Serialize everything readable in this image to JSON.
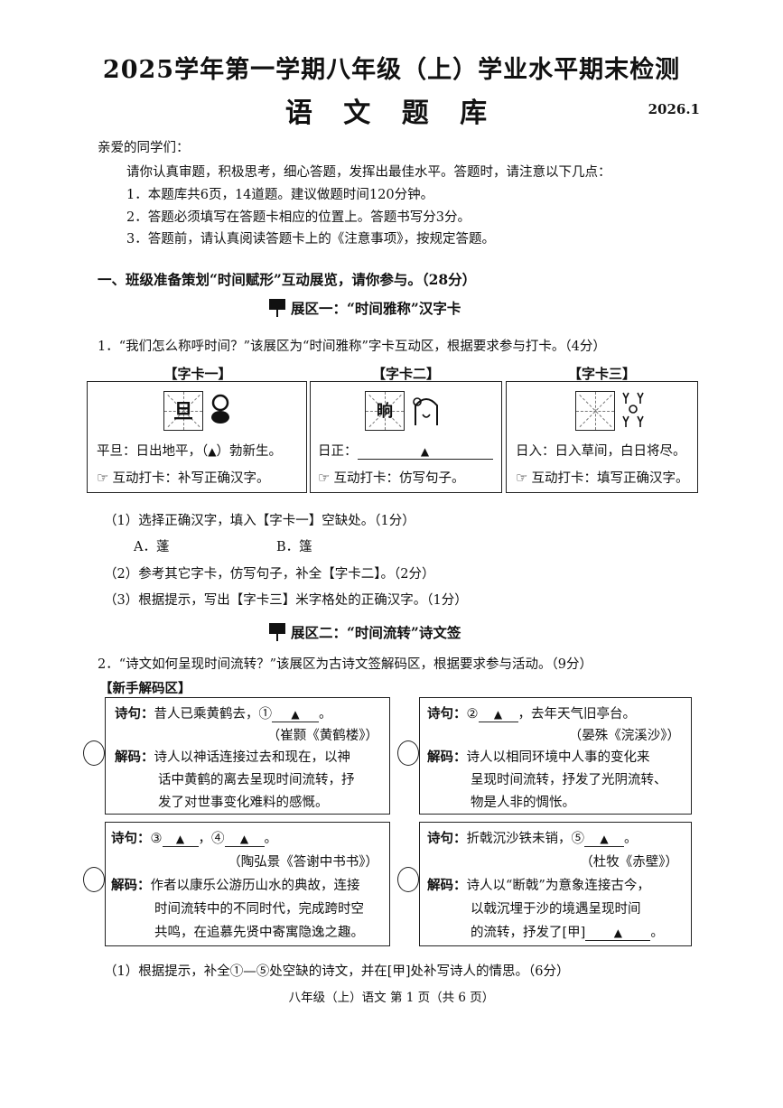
{
  "header": {
    "title": "2025学年第一学期八年级（上）学业水平期末检测",
    "subtitle": "语 文 题 库",
    "date": "2026.1"
  },
  "intro": {
    "greeting": "亲爱的同学们：",
    "lead": "请你认真审题，积极思考，细心答题，发挥出最佳水平。答题时，请注意以下几点：",
    "notes": [
      "1．本题库共6页，14道题。建议做题时间120分钟。",
      "2．答题必须填写在答题卡相应的位置上。答题书写分3分。",
      "3．答题前，请认真阅读答题卡上的《注意事项》，按规定答题。"
    ]
  },
  "section1": {
    "heading": "一、班级准备策划“时间赋形”互动展览，请你参与。（28分）",
    "zone1": "展区一：“时间雅称”汉字卡",
    "q1": "1．“我们怎么称呼时间？”该展区为“时间雅称”字卡互动区，根据要求参与打卡。（4分）",
    "cards": [
      {
        "head": "【字卡一】",
        "glyph": "旦",
        "text_a": "平旦：日出地平，（",
        "mark": "▲",
        "text_b": "）勃新生。",
        "task": "互动打卡：补写正确汉字。"
      },
      {
        "head": "【字卡二】",
        "glyph": "晌",
        "text_a": "日正：",
        "mark": "▲",
        "text_b": "",
        "task": "互动打卡：仿写句子。"
      },
      {
        "head": "【字卡三】",
        "glyph": "",
        "text_a": "日入：日入草间，白日将尽。",
        "mark": "",
        "text_b": "",
        "task": "互动打卡：填写正确汉字。"
      }
    ],
    "q1_sub1": "（1）选择正确汉字，填入【字卡一】空缺处。（1分）",
    "opt_a": "A．蓬",
    "opt_b": "B．篷",
    "q1_sub2": "（2）参考其它字卡，仿写句子，补全【字卡二】。（2分）",
    "q1_sub3": "（3）根据提示，写出【字卡三】米字格处的正确汉字。（1分）",
    "zone2": "展区二：“时间流转”诗文签",
    "q2": "2．“诗文如何呈现时间流转？”该展区为古诗文签解码区，根据要求参与活动。（9分）",
    "area_label": "【新手解码区】",
    "poems": [
      {
        "verse_label": "诗句：",
        "verse": "昔人已乘黄鹤去，①",
        "mark": "▲",
        "tail": "。",
        "source": "（崔颢《黄鹤楼》）",
        "decode_label": "解码：",
        "decode": [
          "诗人以神话连接过去和现在，以神",
          "话中黄鹤的离去呈现时间流转，抒",
          "发了对世事变化难料的感慨。"
        ]
      },
      {
        "verse_label": "诗句：",
        "verse": "②",
        "mark": "▲",
        "tail": "，去年天气旧亭台。",
        "source": "（晏殊《浣溪沙》）",
        "decode_label": "解码：",
        "decode": [
          "诗人以相同环境中人事的变化来",
          "呈现时间流转，抒发了光阴流转、",
          "物是人非的惆怅。"
        ]
      },
      {
        "verse_label": "诗句：",
        "verse": "③",
        "mark": "▲",
        "mid": "，④",
        "mark2": "▲",
        "tail": "。",
        "source": "（陶弘景《答谢中书书》）",
        "decode_label": "解码：",
        "decode": [
          "作者以康乐公游历山水的典故，连接",
          "时间流转中的不同时代，完成跨时空",
          "共鸣，在追慕先贤中寄寓隐逸之趣。"
        ]
      },
      {
        "verse_label": "诗句：",
        "verse": "折戟沉沙铁未销，⑤",
        "mark": "▲",
        "tail": "。",
        "source": "（杜牧《赤壁》）",
        "decode_label": "解码：",
        "decode": [
          "诗人以“断戟”为意象连接古今，",
          "以戟沉埋于沙的境遇呈现时间",
          "的流转，抒发了[甲]"
        ],
        "decode_mark": "▲",
        "decode_tail": "。"
      }
    ],
    "q2_sub1": "（1）根据提示，补全①—⑤处空缺的诗文，并在[甲]处补写诗人的情思。（6分）"
  },
  "footer": "八年级（上）语文 第 1 页（共 6 页）"
}
